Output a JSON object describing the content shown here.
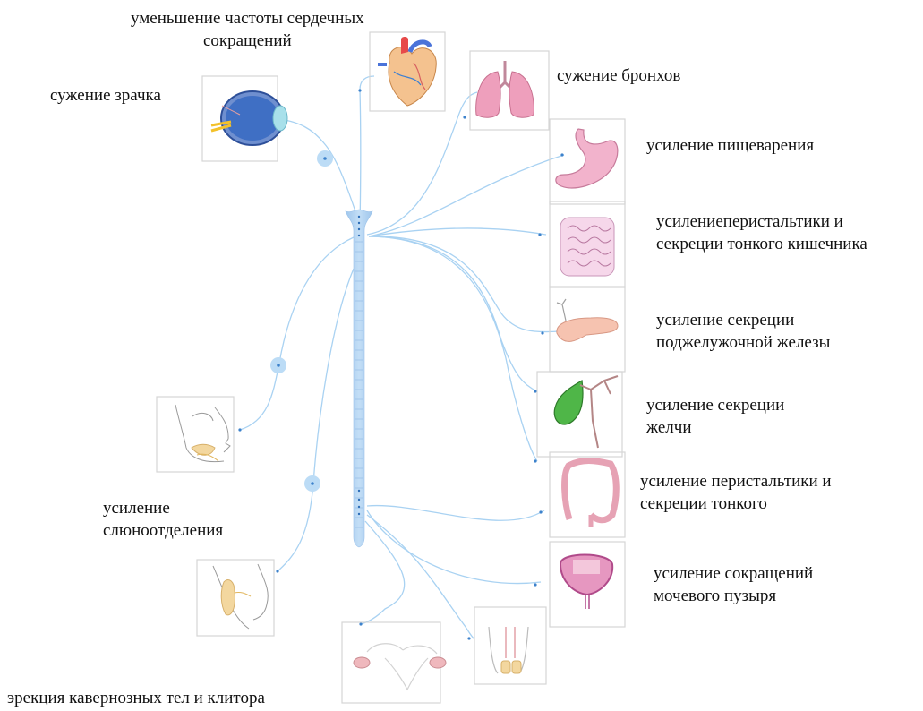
{
  "colors": {
    "nerve": "#a9d2f2",
    "spine": "#a9cdf0",
    "node": "#bcdcf6",
    "dot": "#3d82cc",
    "frame": "#d5d5d5"
  },
  "labels": {
    "heart": [
      "уменьшение частоты сердечных",
      "сокращений"
    ],
    "eye": [
      "сужение зрачка"
    ],
    "lungs": [
      "сужение бронхов"
    ],
    "stomach": [
      "усиление пищеварения"
    ],
    "small_intestine": [
      "усилениеперистальтики и",
      "секреции тонкого кишечника"
    ],
    "pancreas": [
      "усиление секреции",
      "поджелужочной железы"
    ],
    "gallbladder": [
      "усиление секреции",
      "желчи"
    ],
    "colon": [
      "усиление перистальтики и",
      "секреции тонкого"
    ],
    "bladder": [
      "усиление сокращений",
      "мочевого пузыря"
    ],
    "salivation": [
      "усиление",
      "слюноотделения"
    ],
    "erection": [
      "эрекция кавернозных тел и клитора"
    ]
  },
  "icons": {
    "eye": "eye-icon",
    "heart": "heart-icon",
    "lungs": "lungs-icon",
    "stomach": "stomach-icon",
    "small_intestine": "small-intestine-icon",
    "pancreas": "pancreas-icon",
    "gallbladder": "gallbladder-icon",
    "colon": "colon-icon",
    "bladder": "bladder-icon",
    "salivary_upper": "salivary-gland-face-icon",
    "salivary_lower": "parotid-gland-face-icon",
    "female_genitals": "uterus-ovaries-icon",
    "male_genitals": "male-genitals-icon"
  }
}
